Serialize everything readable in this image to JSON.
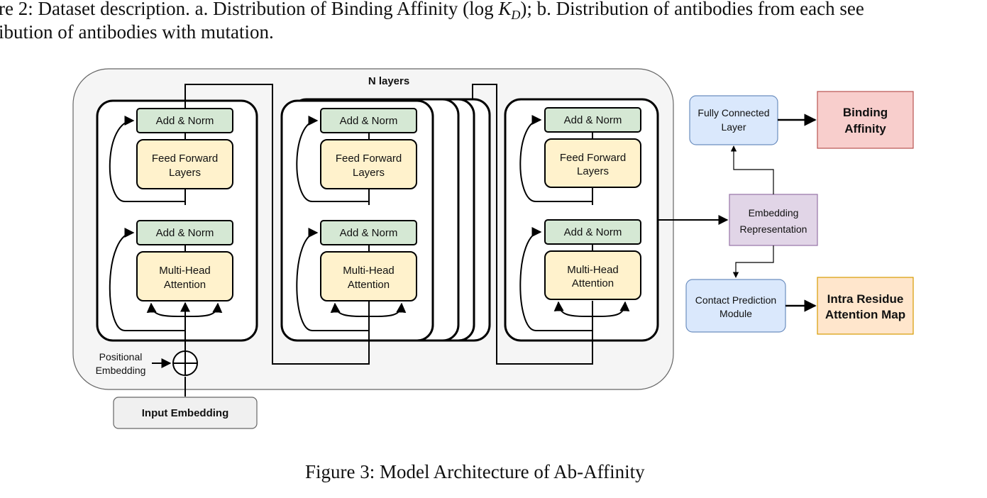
{
  "caption_prev": {
    "line1_a": "re 2: Dataset description. a. Distribution of Binding Affinity (log",
    "line1_kd": "K",
    "line1_kd_sub": "D",
    "line1_b": "); b. Distribution of antibodies from each see",
    "line2": "ibution of antibodies with mutation."
  },
  "diagram": {
    "n_layers": "N layers",
    "add_norm": "Add & Norm",
    "feed_forward_1": "Feed Forward",
    "feed_forward_2": "Layers",
    "mha_1": "Multi-Head",
    "mha_2": "Attention",
    "positional_1": "Positional",
    "positional_2": "Embedding",
    "input_embedding": "Input Embedding",
    "fc_1": "Fully Connected",
    "fc_2": "Layer",
    "binding_1": "Binding",
    "binding_2": "Affinity",
    "emb_1": "Embedding",
    "emb_2": "Representation",
    "contact_1": "Contact Prediction",
    "contact_2": "Module",
    "intra_1": "Intra Residue",
    "intra_2": "Attention Map",
    "colors": {
      "norm_fill": "#d5e8d4",
      "norm_stroke": "#82b366",
      "ff_fill": "#fff2cc",
      "ff_stroke": "#d6b656",
      "blue_fill": "#dae8fc",
      "blue_stroke": "#6c8ebf",
      "red_fill": "#f8cecc",
      "red_stroke": "#b85450",
      "purple_fill": "#e1d5e7",
      "purple_stroke": "#9673a6",
      "orange_fill": "#ffe6cc",
      "orange_stroke": "#d79b00"
    }
  },
  "figure_caption": "Figure 3: Model Architecture of Ab-Affinity"
}
